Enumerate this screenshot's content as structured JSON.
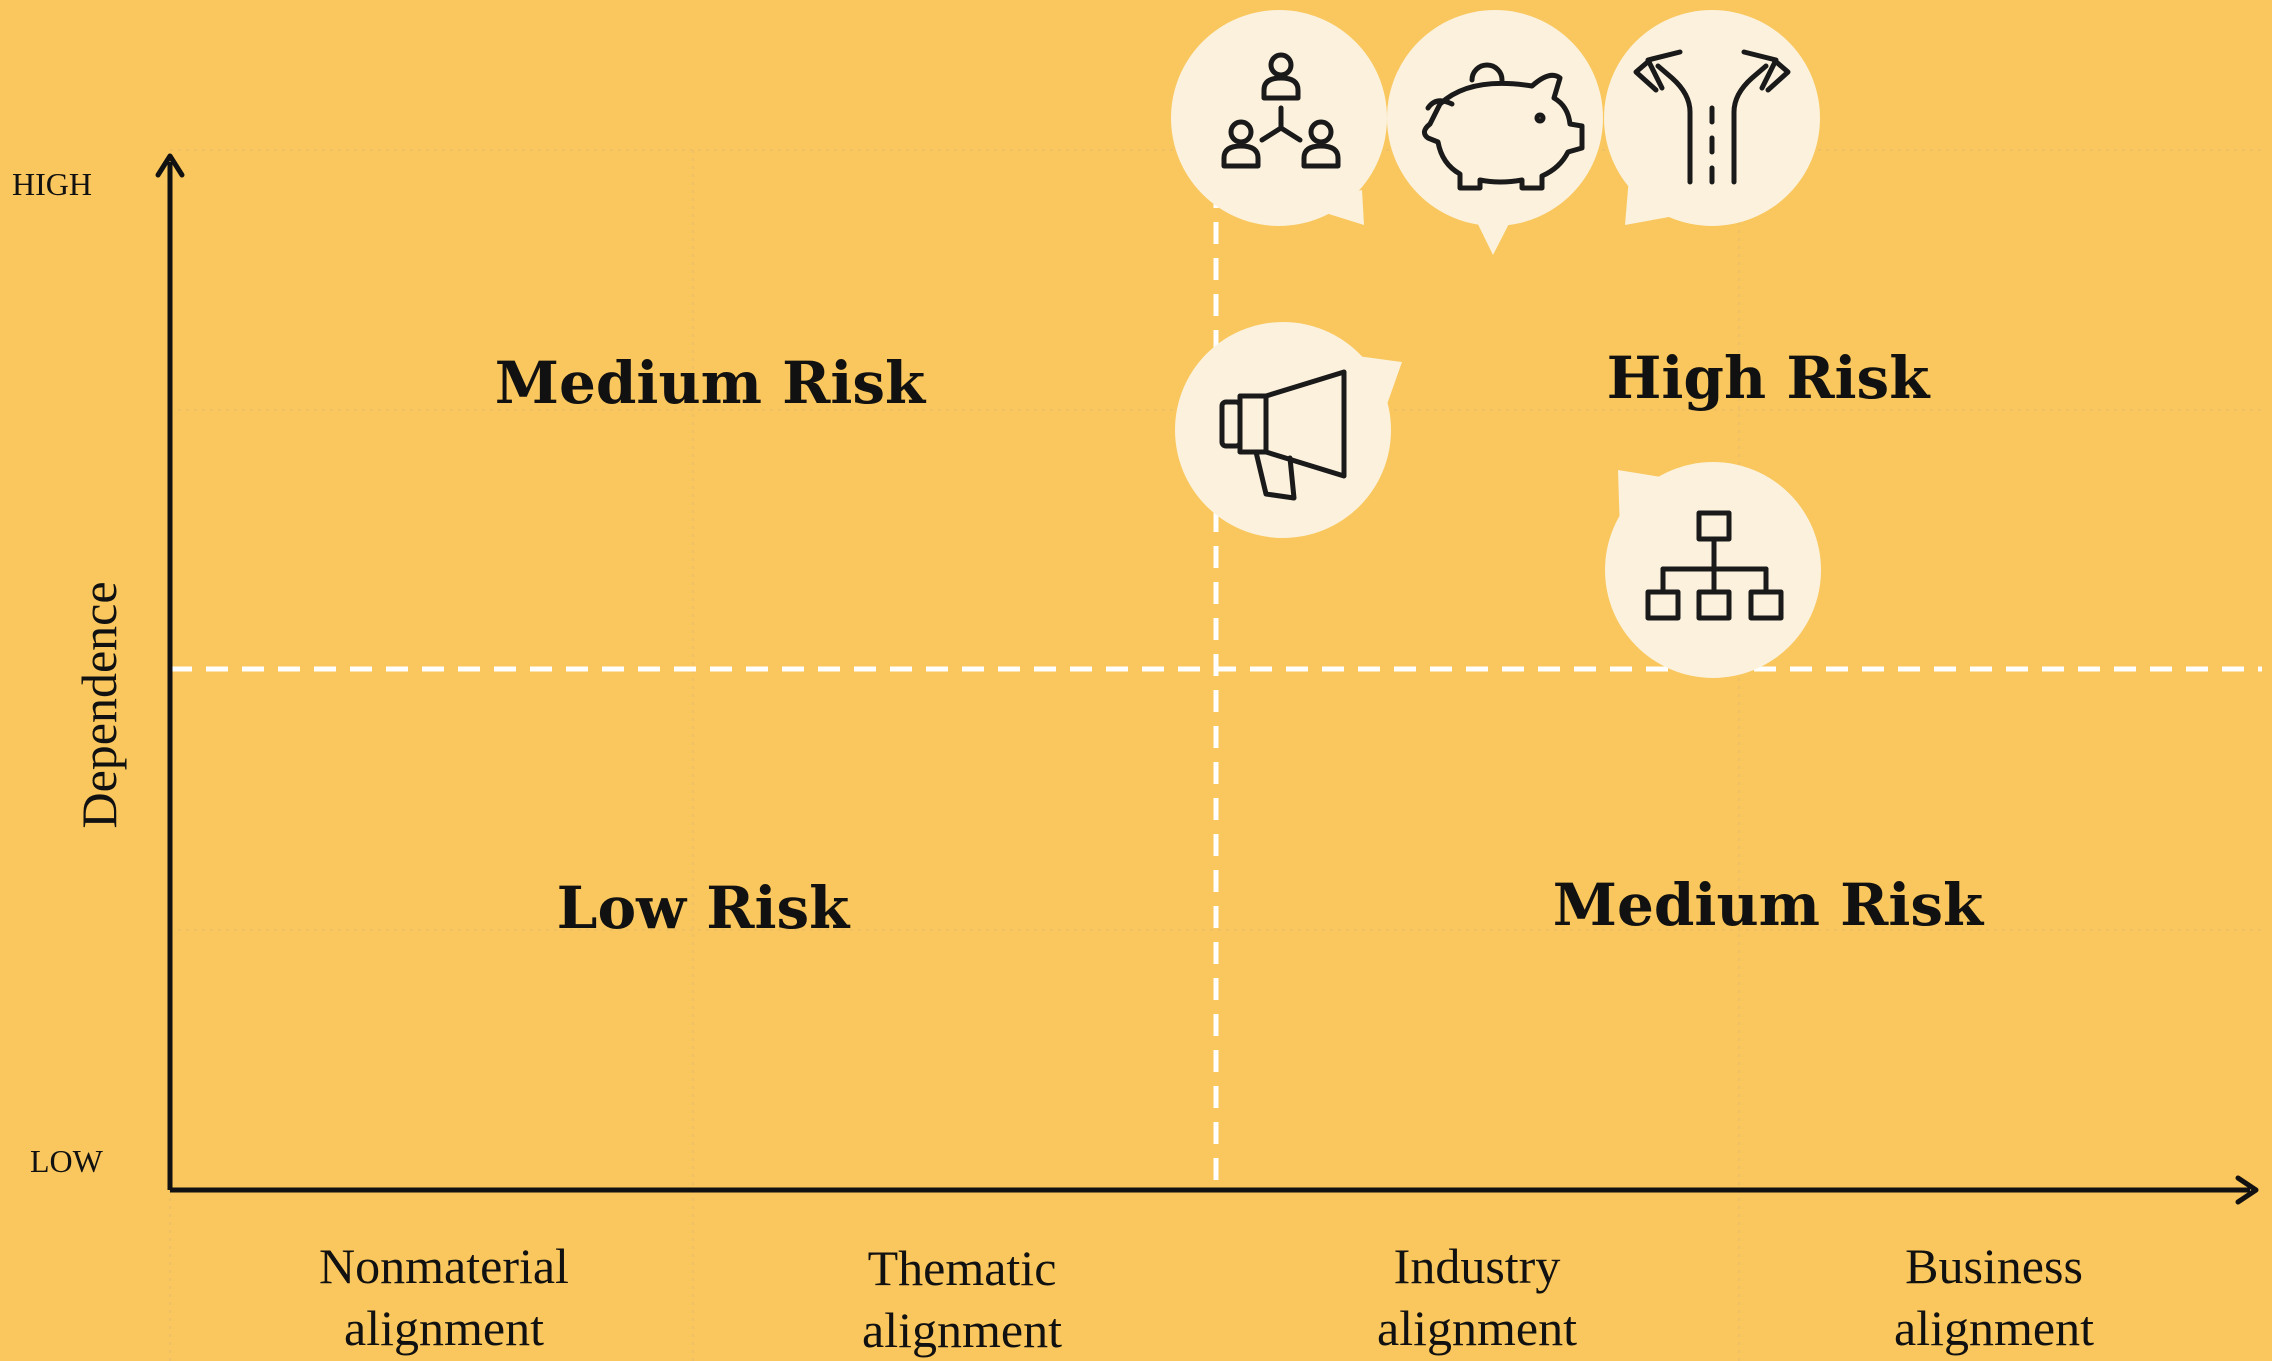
{
  "y_axis": {
    "title": "Dependence",
    "high_label": "HIGH",
    "low_label": "LOW"
  },
  "x_axis": {
    "columns": [
      {
        "line1": "Nonmaterial",
        "line2": "alignment"
      },
      {
        "line1": "Thematic",
        "line2": "alignment"
      },
      {
        "line1": "Industry",
        "line2": "alignment"
      },
      {
        "line1": "Business",
        "line2": "alignment"
      }
    ]
  },
  "quadrants": {
    "top_left": "Medium Risk",
    "top_right": "High Risk",
    "bottom_left": "Low Risk",
    "bottom_right": "Medium Risk"
  },
  "icons": [
    "people-network-icon",
    "piggy-bank-icon",
    "crossroads-icon",
    "megaphone-icon",
    "org-chart-icon"
  ],
  "colors": {
    "background": "#F9C75D",
    "bubble": "#FBF1DC",
    "ink": "#111111",
    "divider": "#FFFFFF"
  }
}
